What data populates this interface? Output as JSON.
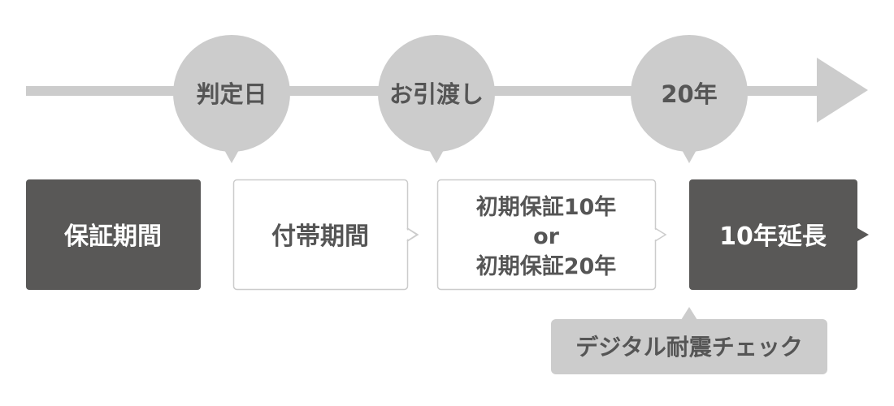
{
  "milestones": [
    {
      "label": "判定日"
    },
    {
      "label": "お引渡し"
    },
    {
      "label": "20年"
    }
  ],
  "boxes": [
    {
      "lines": [
        "保証期間"
      ],
      "style": "dark"
    },
    {
      "lines": [
        "付帯期間"
      ],
      "style": "light"
    },
    {
      "lines": [
        "初期保証10年",
        "or",
        "初期保証20年"
      ],
      "style": "light"
    },
    {
      "lines": [
        "10年延長"
      ],
      "style": "dark"
    }
  ],
  "note": {
    "label": "デジタル耐震チェック"
  },
  "colors": {
    "timeline": "#cccccc",
    "milestone": "#cccccc",
    "milestone_text": "#555555",
    "dark_box": "#595857",
    "dark_text": "#ffffff",
    "light_box_border": "#cccccc",
    "light_text": "#555555",
    "note_bg": "#cccccc",
    "note_text": "#555555"
  }
}
